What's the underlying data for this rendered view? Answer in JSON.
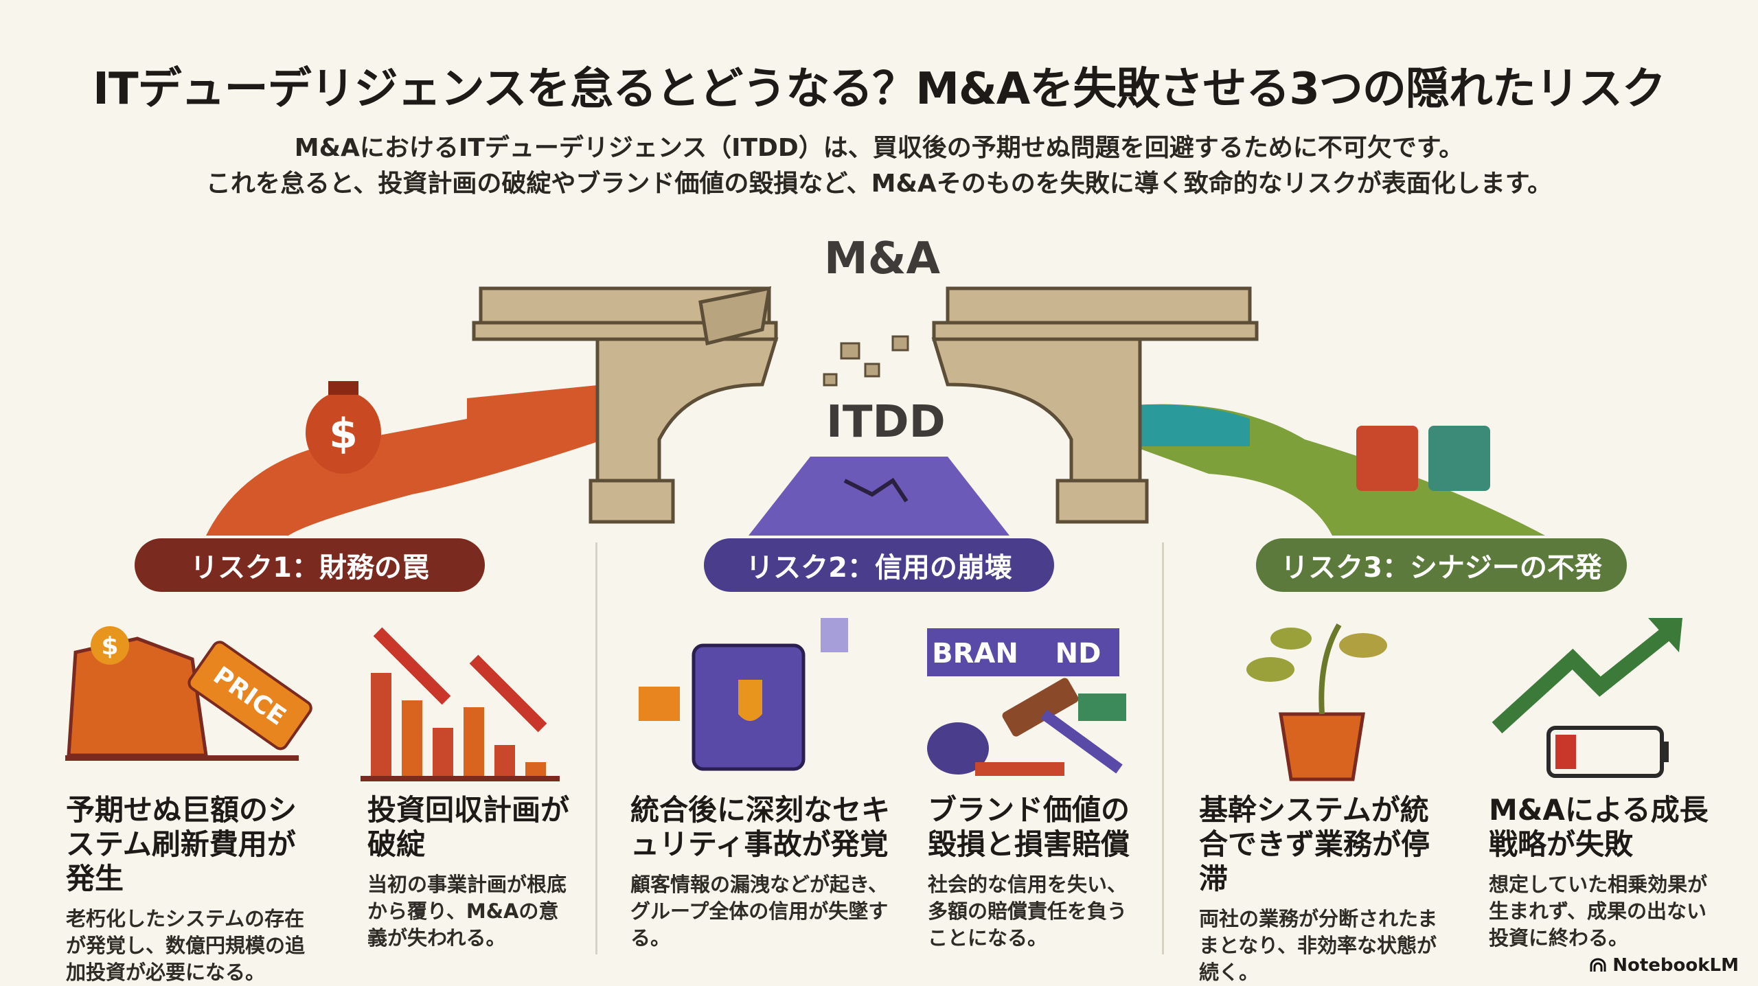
{
  "title": "ITデューデリジェンスを怠るとどうなる？M&Aを失敗させる3つの隠れたリスク",
  "subtitle": [
    "M&AにおけるITデューデリジェンス（ITDD）は、買収後の予期せぬ問題を回避するために不可欠です。",
    "これを怠ると、投資計画の破綻やブランド価値の毀損など、M&Aそのものを失敗に導く致命的なリスクが表面化します。"
  ],
  "illustration": {
    "top_label": "M&A",
    "bottom_label": "ITDD",
    "price_tag": "PRICE",
    "brand_sign_left": "BRAN",
    "brand_sign_right": "ND"
  },
  "risks": [
    {
      "label": "リスク1：財務の罠",
      "color": "#7b2a20",
      "items": [
        {
          "heading": "予期せぬ巨額のシステム刷新費用が発生",
          "text": "老朽化したシステムの存在が発覚し、数億円規模の追加投資が必要になる。"
        },
        {
          "heading": "投資回収計画が破綻",
          "text": "当初の事業計画が根底から覆り、M&Aの意義が失われる。"
        }
      ]
    },
    {
      "label": "リスク2：信用の崩壊",
      "color": "#4a3d8c",
      "items": [
        {
          "heading": "統合後に深刻なセキュリティ事故が発覚",
          "text": "顧客情報の漏洩などが起き、グループ全体の信用が失墜する。"
        },
        {
          "heading": "ブランド価値の毀損と損害賠償",
          "text": "社会的な信用を失い、多額の賠償責任を負うことになる。"
        }
      ]
    },
    {
      "label": "リスク3：シナジーの不発",
      "color": "#5b7a3c",
      "items": [
        {
          "heading": "基幹システムが統合できず業務が停滞",
          "text": "両社の業務が分断されたままとなり、非効率な状態が続く。"
        },
        {
          "heading": "M&Aによる成長戦略が失敗",
          "text": "想定していた相乗効果が生まれず、成果の出ない投資に終わる。"
        }
      ]
    }
  ],
  "footer": {
    "brand": "NotebookLM"
  }
}
